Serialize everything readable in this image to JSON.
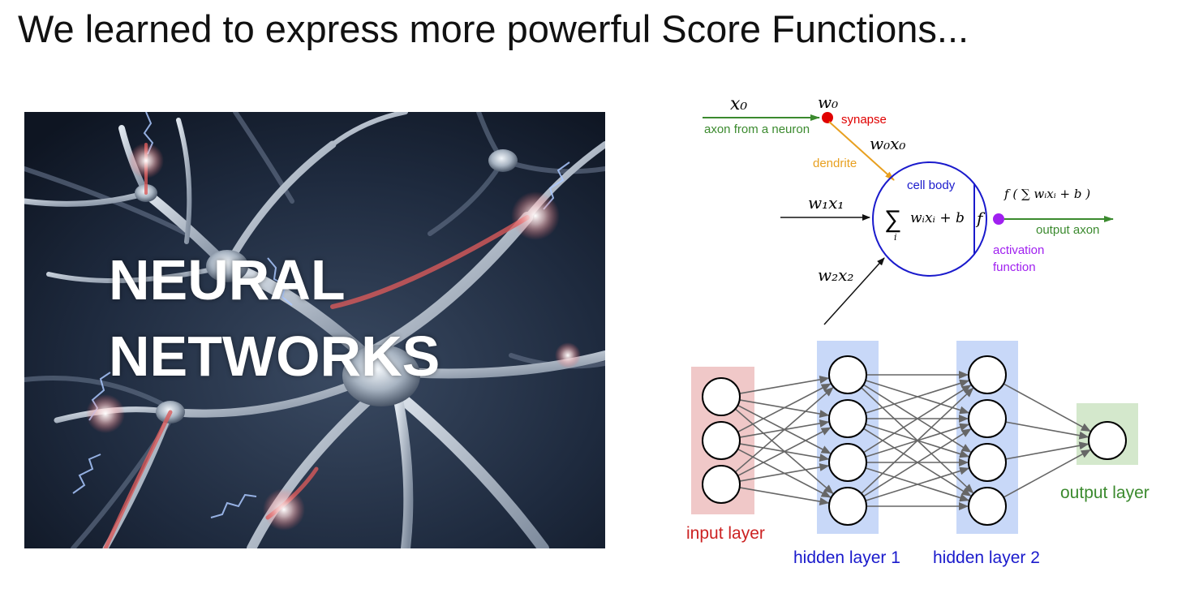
{
  "title": "We learned to express more powerful Score Functions...",
  "photo": {
    "caption_line1": "NEURAL",
    "caption_line2": "NETWORKS"
  },
  "neuron": {
    "x0": "x₀",
    "w0": "w₀",
    "synapse": "synapse",
    "axon_from_neuron": "axon from a neuron",
    "w0x0": "w₀x₀",
    "dendrite": "dendrite",
    "cell_body": "cell body",
    "w1x1": "w₁x₁",
    "w2x2": "w₂x₂",
    "sum_symbol": "∑",
    "sum_index": "i",
    "sum_expr": "wᵢxᵢ + b",
    "f_label": "f",
    "output_expr": "f ( ∑ wᵢxᵢ + b )",
    "output_axon": "output axon",
    "activation_function_line1": "activation",
    "activation_function_line2": "function"
  },
  "network": {
    "input_layer": "input layer",
    "hidden_layer_1": "hidden layer 1",
    "hidden_layer_2": "hidden layer 2",
    "output_layer": "output layer",
    "layer_sizes": [
      3,
      4,
      4,
      1
    ]
  },
  "colors": {
    "axon_green": "#3b8a2e",
    "synapse_red": "#e00000",
    "dendrite_orange": "#e8a020",
    "cell_blue": "#1a1acc",
    "activation_purple": "#a020f0",
    "input_bg": "#f0c8c8",
    "hidden_bg": "#c8d8f8",
    "output_bg": "#d4e8cc",
    "input_text": "#cc2222",
    "hidden_text": "#1a1acc",
    "output_text": "#3b8a2e"
  }
}
